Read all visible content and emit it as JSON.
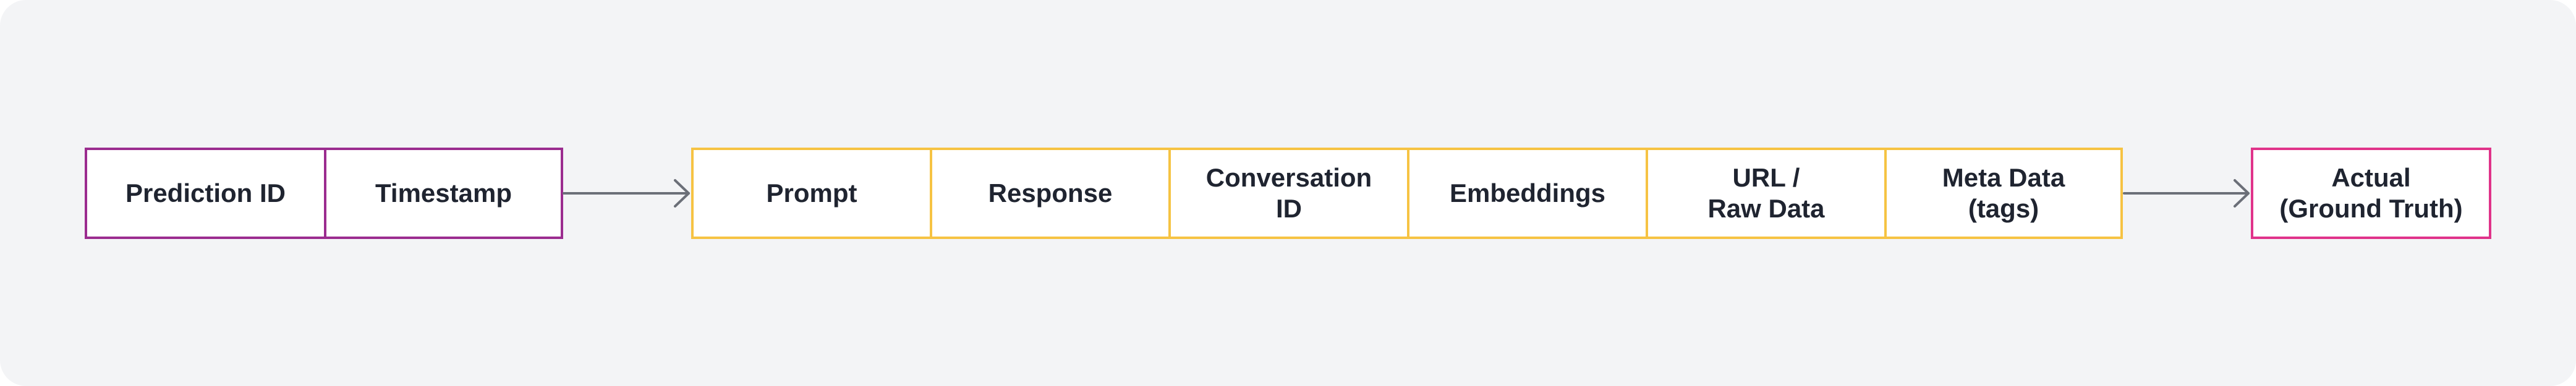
{
  "colors": {
    "background": "#f3f4f6",
    "id_group_border": "#9b2c8f",
    "feature_group_border": "#f6c343",
    "actual_group_border": "#e0338a",
    "arrow": "#6b6f78",
    "text": "#1f2430"
  },
  "groups": {
    "ids": {
      "cells": [
        {
          "label": "Prediction ID"
        },
        {
          "label": "Timestamp"
        }
      ]
    },
    "features": {
      "cells": [
        {
          "label": "Prompt"
        },
        {
          "label": "Response"
        },
        {
          "label": "Conversation\nID"
        },
        {
          "label": "Embeddings"
        },
        {
          "label": "URL /\nRaw Data"
        },
        {
          "label": "Meta Data\n(tags)"
        }
      ]
    },
    "actual": {
      "cells": [
        {
          "label": "Actual\n(Ground Truth)"
        }
      ]
    }
  },
  "icons": {
    "connector_1": "arrow-right-icon",
    "connector_2": "arrow-right-icon"
  }
}
